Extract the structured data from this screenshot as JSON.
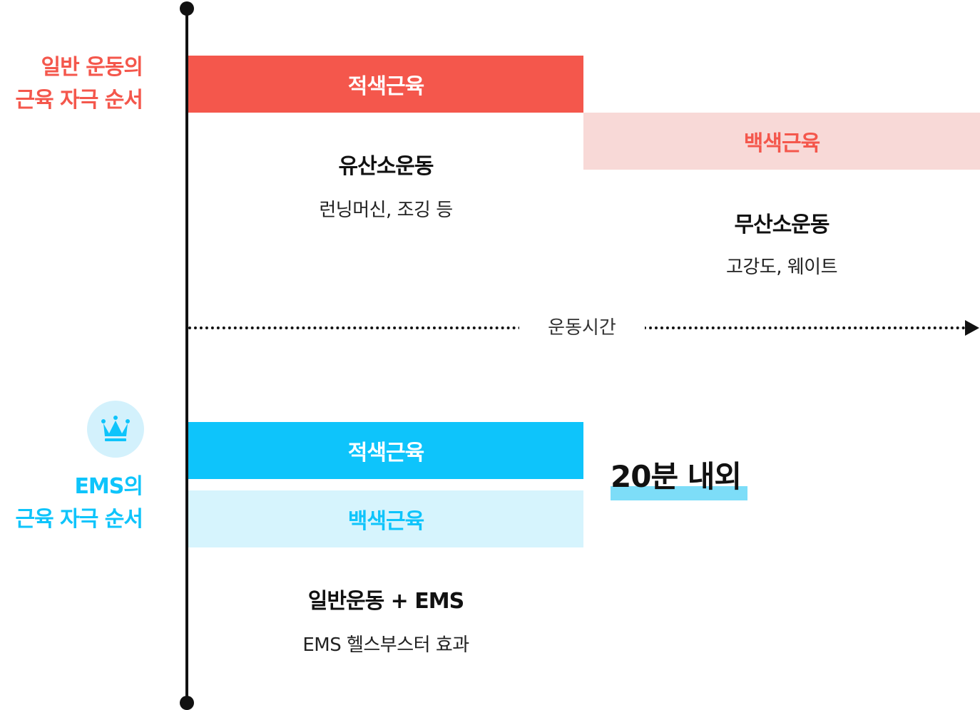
{
  "colors": {
    "red": "#F4574C",
    "red_light": "#F8D9D7",
    "blue": "#0EC4FB",
    "blue_light": "#D6F4FD",
    "blue_mark": "#7DDDF8",
    "blue_badge": "#D3F1FC",
    "axis": "#111111"
  },
  "general": {
    "label_line1": "일반 운동의",
    "label_line2": "근육 자극 순서",
    "red_bar": "적색근육",
    "white_bar": "백색근육",
    "aerobic_title": "유산소운동",
    "aerobic_sub": "런닝머신, 조깅 등",
    "anaerobic_title": "무산소운동",
    "anaerobic_sub": "고강도, 웨이트"
  },
  "time_axis": {
    "label": "운동시간"
  },
  "ems": {
    "icon": "crown-icon",
    "label_line1": "EMS의",
    "label_line2": "근육 자극 순서",
    "red_bar": "적색근육",
    "white_bar": "백색근육",
    "highlight": "20분 내외",
    "combo_title": "일반운동 + EMS",
    "combo_sub": "EMS 헬스부스터 효과"
  }
}
